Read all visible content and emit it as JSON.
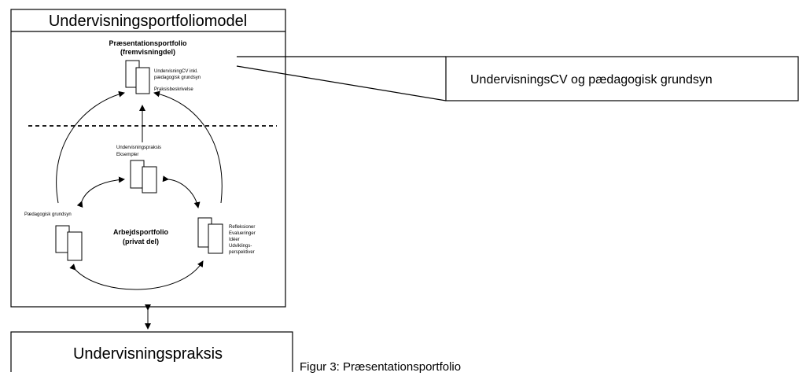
{
  "header": {
    "title": "Undervisningsportfoliomodel"
  },
  "presentation": {
    "title_line1": "Præsentationsportfolio",
    "title_line2": "(fremvisningdel)",
    "doc_label_line1": "UndervisningCV inkl.",
    "doc_label_line2": "pædagogisk grundsyn",
    "doc_label_line3": "Praksisbeskrivelse"
  },
  "callout": {
    "label": "UndervisningsCV og pædagogisk grundsyn"
  },
  "working": {
    "center_label_line1": "Undervisningspraksis",
    "center_label_line2": "Eksempler",
    "left_label": "Pædagogisk grundsyn",
    "title_line1": "Arbejdsportfolio",
    "title_line2": "(privat del)",
    "right_label_line1": "Refleksioner",
    "right_label_line2": "Evalueringer",
    "right_label_line3": "Idéer",
    "right_label_line4": "Udviklings-",
    "right_label_line5": "perspektiver"
  },
  "practice": {
    "label": "Undervisningspraksis"
  },
  "caption": {
    "text": "Figur 3: Præsentationsportfolio"
  }
}
